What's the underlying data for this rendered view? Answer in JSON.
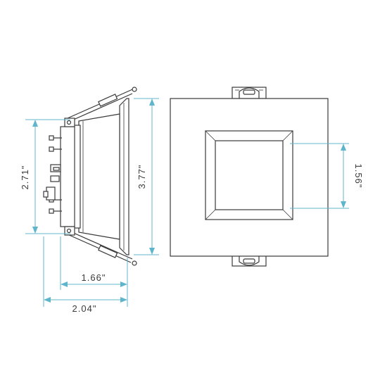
{
  "dimensions": {
    "side_height": "2.71\"",
    "trim_height": "3.77\"",
    "inner_aperture": "1.56\"",
    "body_depth": "1.66\"",
    "overall_depth": "2.04\""
  },
  "colors": {
    "dimension_line": "#5fb6cc",
    "outline": "#3a3a3a"
  }
}
